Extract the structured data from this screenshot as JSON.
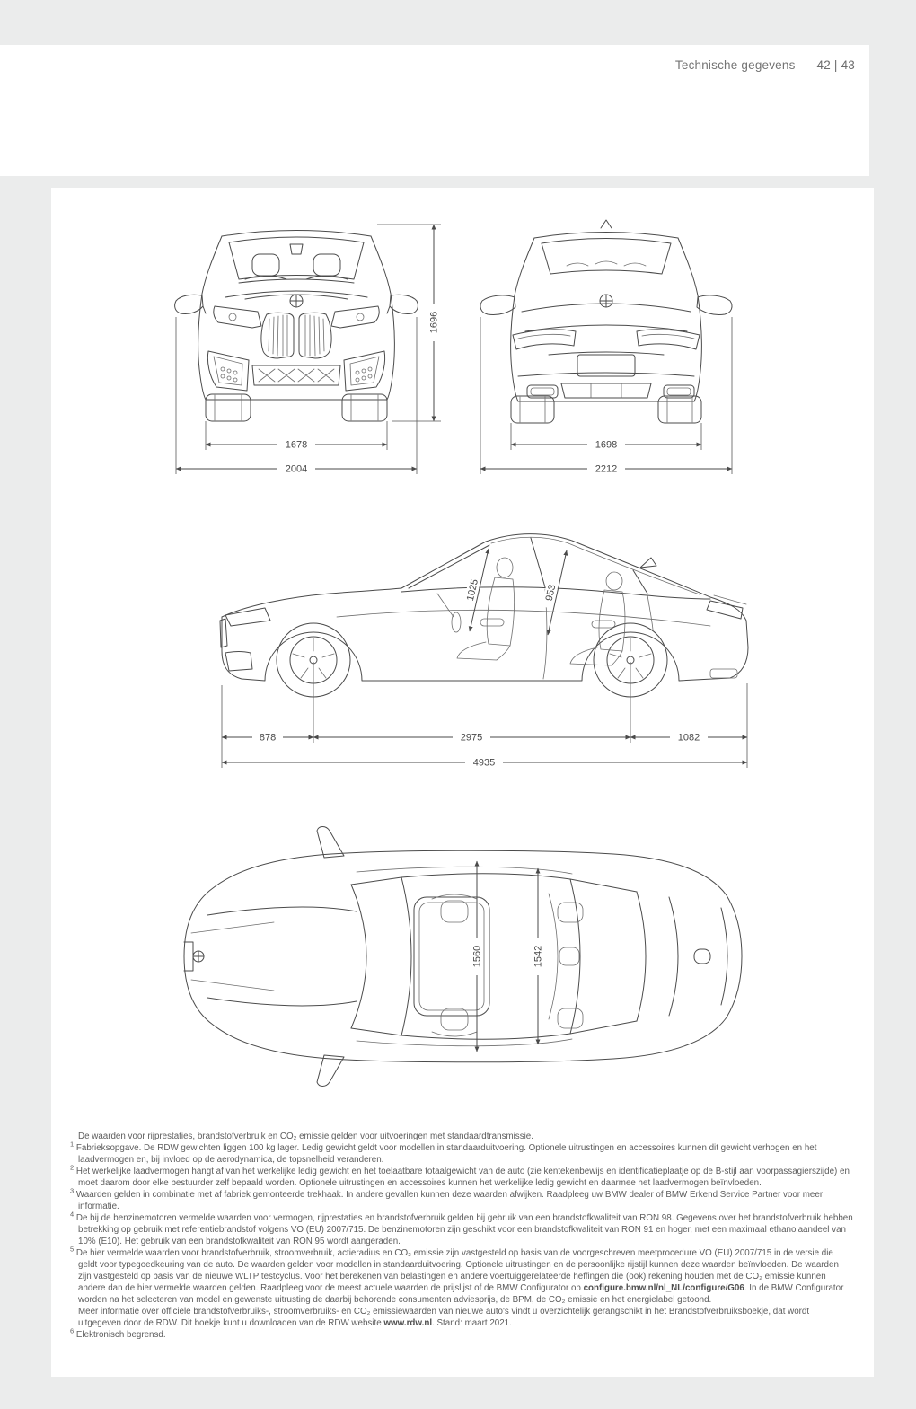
{
  "header": {
    "title": "Technische gegevens",
    "pages": "42 | 43"
  },
  "dimensions": {
    "front_view": {
      "height_mm": "1696",
      "track_width_mm": "1678",
      "overall_width_mm": "2004"
    },
    "rear_view": {
      "track_width_mm": "1698",
      "overall_width_mm": "2212"
    },
    "side_view": {
      "headroom_front_mm": "1025",
      "headroom_rear_mm": "953",
      "front_overhang_mm": "878",
      "wheelbase_mm": "2975",
      "rear_overhang_mm": "1082",
      "overall_length_mm": "4935"
    },
    "top_view": {
      "interior_width_front_mm": "1560",
      "interior_width_rear_mm": "1542"
    }
  },
  "footnotes": [
    {
      "sup": "",
      "text": "De waarden voor rijprestaties, brandstofverbruik en CO₂ emissie gelden voor uitvoeringen met standaardtransmissie."
    },
    {
      "sup": "1",
      "text": "Fabrieksopgave. De RDW gewichten liggen 100 kg lager. Ledig gewicht geldt voor modellen in standaarduitvoering. Optionele uitrustingen en accessoires kunnen dit gewicht verhogen en het laadvermogen en, bij invloed op de aerodynamica, de topsnelheid veranderen."
    },
    {
      "sup": "2",
      "text": "Het werkelijke laadvermogen hangt af van het werkelijke ledig gewicht en het toelaatbare totaalgewicht van de auto (zie kentekenbewijs en identificatieplaatje op de B-stijl aan voorpassagierszijde) en moet daarom door elke bestuurder zelf bepaald worden. Optionele uitrustingen en accessoires kunnen het werkelijke ledig gewicht en daarmee het laadvermogen beïnvloeden."
    },
    {
      "sup": "3",
      "text": "Waarden gelden in combinatie met af fabriek gemonteerde trekhaak. In andere gevallen kunnen deze waarden afwijken. Raadpleeg uw BMW dealer of BMW Erkend Service Partner voor meer informatie."
    },
    {
      "sup": "4",
      "text": "De bij de benzinemotoren vermelde waarden voor vermogen, rijprestaties en brandstofverbruik gelden bij gebruik van een brandstofkwaliteit van RON 98. Gegevens over het brandstofverbruik hebben betrekking op gebruik met referentiebrandstof volgens VO (EU) 2007/715. De benzinemotoren zijn geschikt voor een brandstofkwaliteit van RON 91 en hoger, met een maximaal ethanolaandeel van 10% (E10). Het gebruik van een brandstofkwaliteit van RON 95 wordt aangeraden."
    },
    {
      "sup": "5",
      "text": "De hier vermelde waarden voor brandstofverbruik, stroomverbruik, actieradius en CO₂ emissie zijn vastgesteld op basis van de voorgeschreven meetprocedure VO (EU) 2007/715 in de versie die geldt voor typegoedkeuring van de auto. De waarden gelden voor modellen in standaarduitvoering. Optionele uitrustingen en de persoonlijke rijstijl kunnen deze waarden beïnvloeden. De waarden zijn vastgesteld op basis van de nieuwe WLTP testcyclus. Voor het berekenen van belastingen en andere voertuiggerelateerde heffingen die (ook) rekening houden met de CO₂ emissie kunnen andere dan de hier vermelde waarden gelden. Raadpleeg voor de meest actuele waarden de prijslijst of de BMW Configurator op **configure.bmw.nl/nl_NL/configure/G06**. In de BMW Configurator worden na het selecteren van model en gewenste uitrusting de daarbij behorende consumenten adviesprijs, de BPM, de CO₂ emissie en het energielabel getoond."
    },
    {
      "sup": "",
      "text": "Meer informatie over officiële brandstofverbruiks-, stroomverbruiks- en CO₂ emissiewaarden van nieuwe auto's vindt u overzichtelijk gerangschikt in het Brandstofverbruiksboekje, dat wordt uitgegeven door de RDW. Dit boekje kunt u downloaden van de RDW website **www.rdw.nl**. Stand: maart 2021."
    },
    {
      "sup": "6",
      "text": "Elektronisch begrensd."
    }
  ]
}
